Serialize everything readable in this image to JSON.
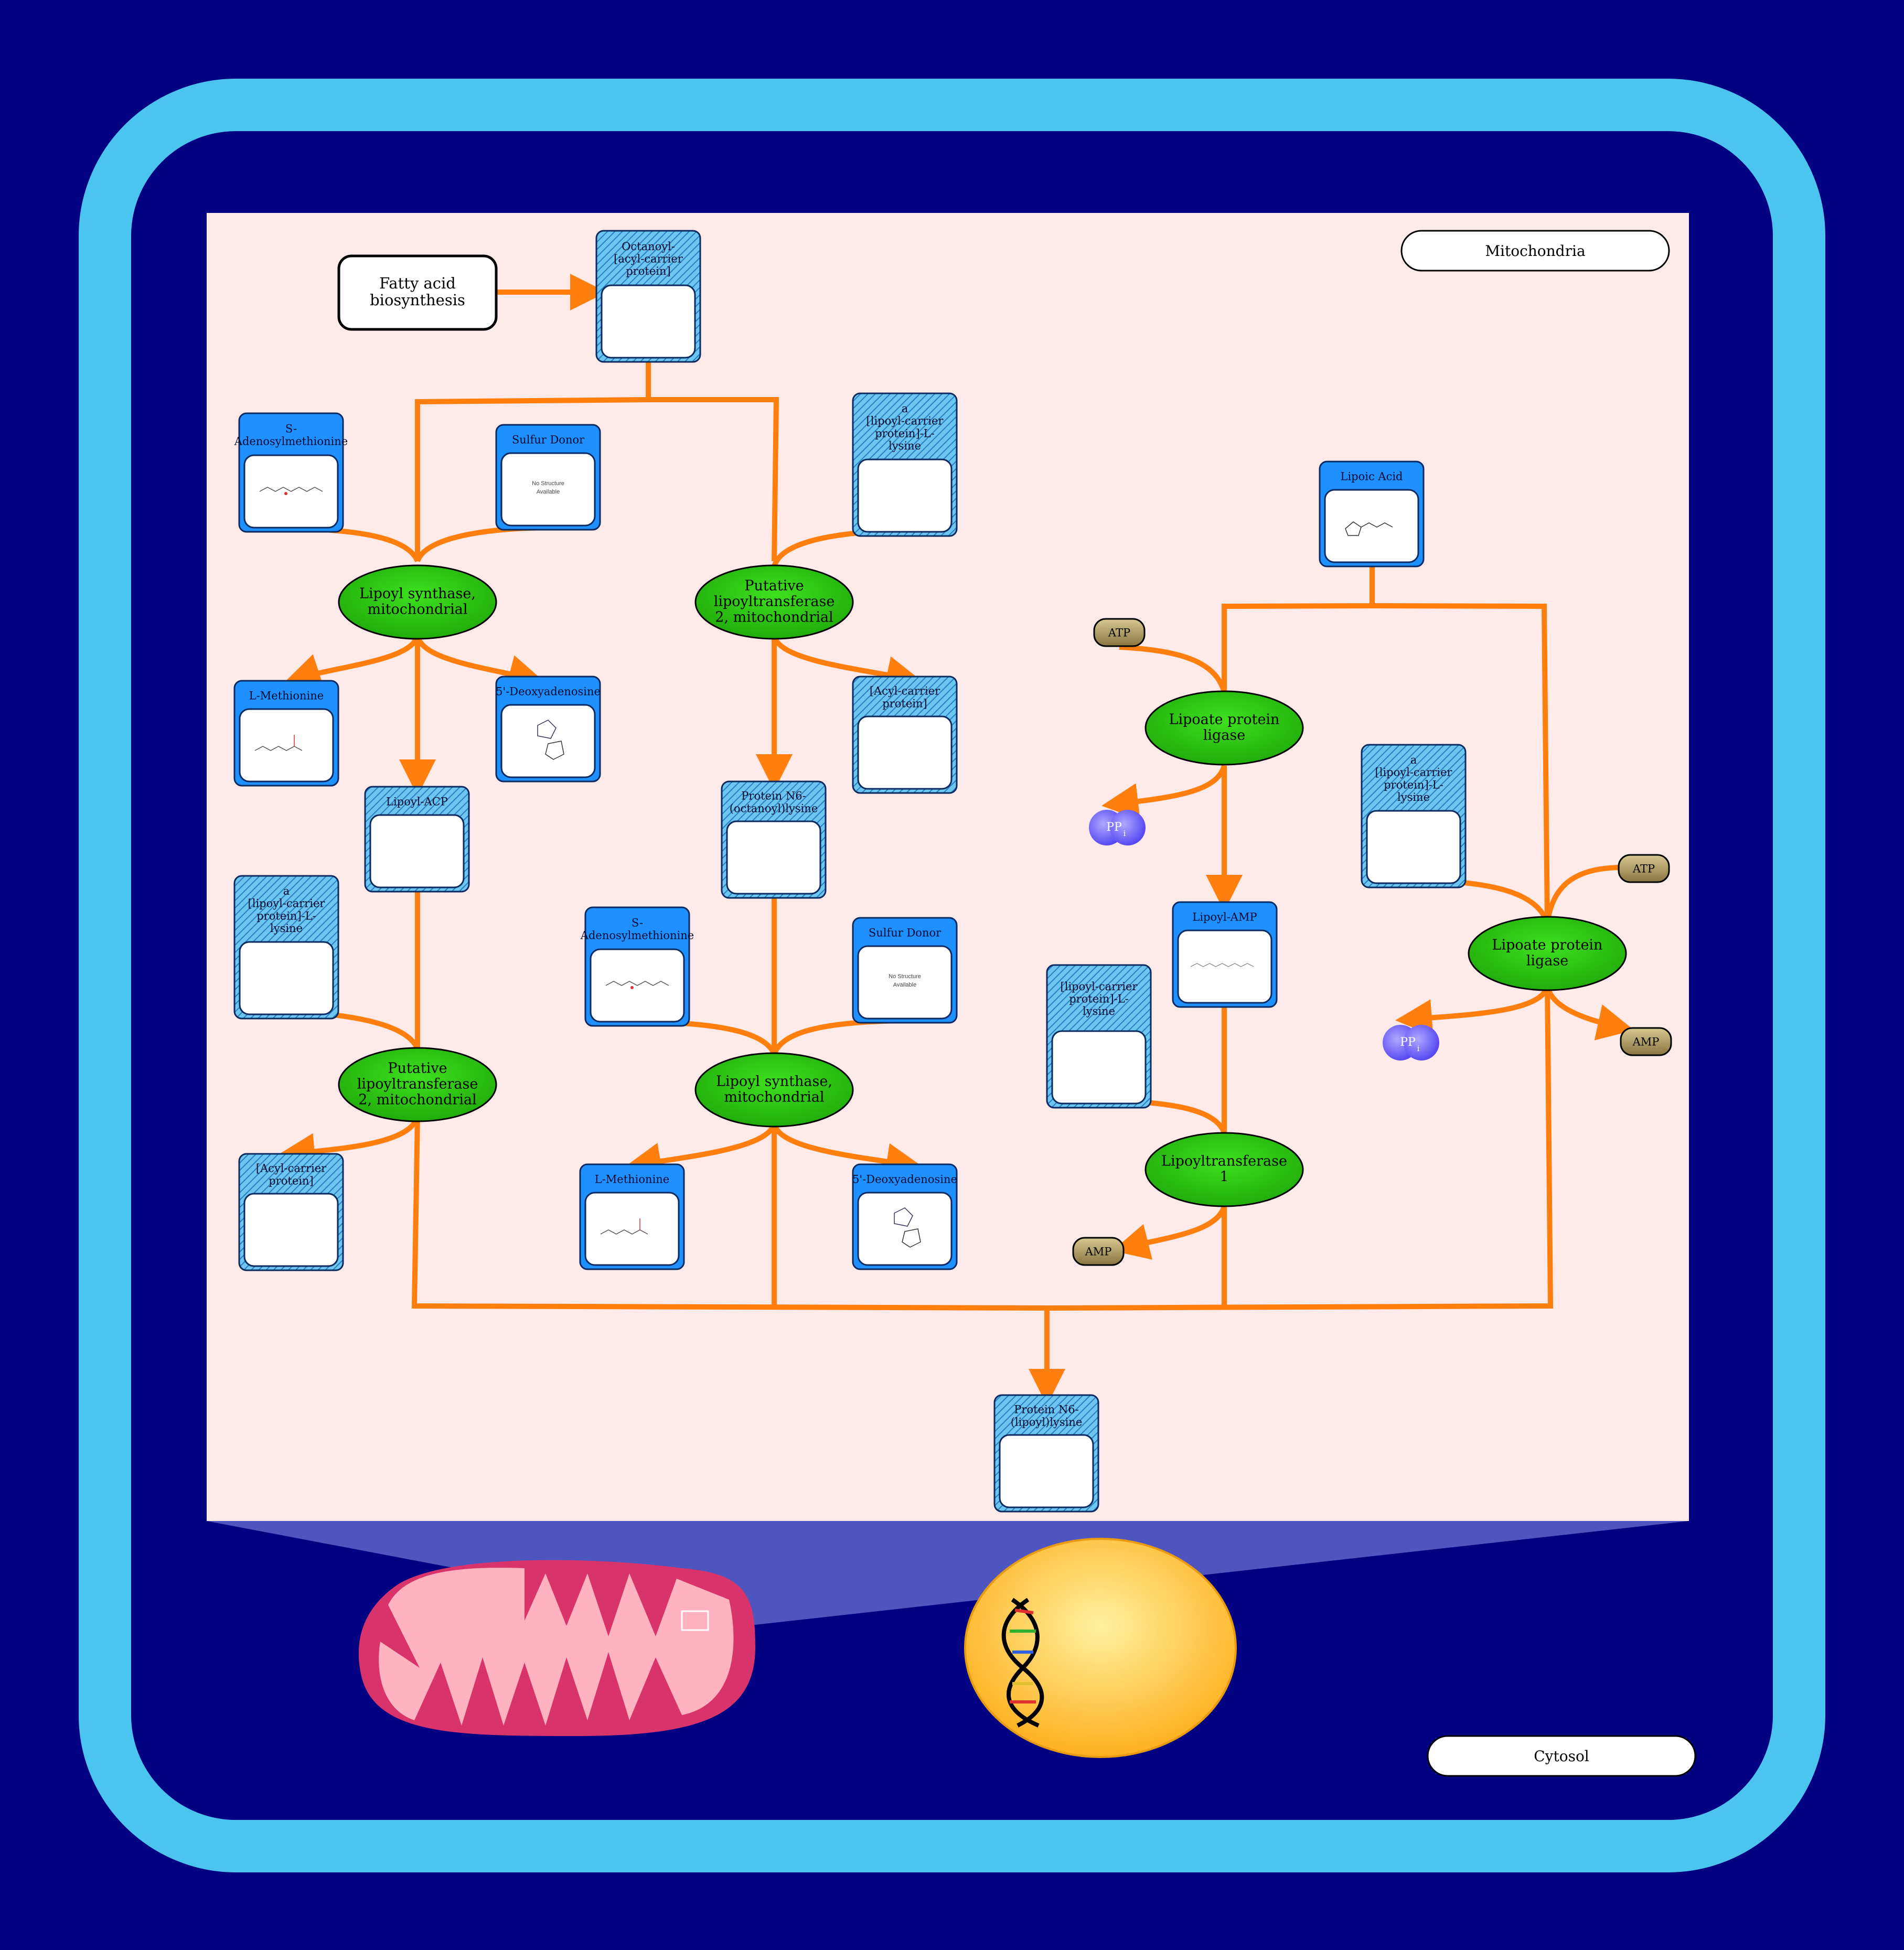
{
  "compartments": {
    "mitochondria": "Mitochondria",
    "cytosol": "Cytosol"
  },
  "pathway": {
    "fatty_acid": [
      "Fatty acid",
      "biosynthesis"
    ]
  },
  "metabolites": {
    "octanoyl_acp": [
      "Octanoyl-",
      "[acyl-carrier",
      "protein]"
    ],
    "sam_1": [
      "S-",
      "Adenosylmethionine"
    ],
    "sulfur_donor_1": [
      "Sulfur Donor"
    ],
    "lipoyl_carrier_1": [
      "a",
      "[lipoyl-carrier",
      "protein]-L-",
      "lysine"
    ],
    "lipoic_acid": [
      "Lipoic Acid"
    ],
    "l_methionine_1": [
      "L-Methionine"
    ],
    "deoxyadenosine_1": [
      "5'-Deoxyadenosine"
    ],
    "acyl_carrier_1": [
      "[Acyl-carrier",
      "protein]"
    ],
    "lipoyl_acp": [
      "Lipoyl-ACP"
    ],
    "protein_octanoyl": [
      "Protein N6-",
      "(octanoyl)lysine"
    ],
    "lipoyl_carrier_2": [
      "a",
      "[lipoyl-carrier",
      "protein]-L-",
      "lysine"
    ],
    "sam_2": [
      "S-",
      "Adenosylmethionine"
    ],
    "sulfur_donor_2": [
      "Sulfur Donor"
    ],
    "lipoyl_carrier_3": [
      "a",
      "[lipoyl-carrier",
      "protein]-L-",
      "lysine"
    ],
    "lipoyl_amp": [
      "Lipoyl-AMP"
    ],
    "lipoyl_carrier_4": [
      "[lipoyl-carrier",
      "protein]-L-",
      "lysine"
    ],
    "acyl_carrier_2": [
      "[Acyl-carrier",
      "protein]"
    ],
    "l_methionine_2": [
      "L-Methionine"
    ],
    "deoxyadenosine_2": [
      "5'-Deoxyadenosine"
    ],
    "protein_lipoyl": [
      "Protein N6-",
      "(lipoyl)lysine"
    ]
  },
  "enzymes": {
    "lipoyl_synthase_1": [
      "Lipoyl synthase,",
      "mitochondrial"
    ],
    "putative_lt_1": [
      "Putative",
      "lipoyltransferase",
      "2, mitochondrial"
    ],
    "lipoate_ligase_1": [
      "Lipoate protein",
      "ligase"
    ],
    "lipoate_ligase_2": [
      "Lipoate protein",
      "ligase"
    ],
    "putative_lt_2": [
      "Putative",
      "lipoyltransferase",
      "2, mitochondrial"
    ],
    "lipoyl_synthase_2": [
      "Lipoyl synthase,",
      "mitochondrial"
    ],
    "lipoyltransferase_1": [
      "Lipoyltransferase",
      "1"
    ]
  },
  "small_molecules": {
    "atp_1": "ATP",
    "atp_2": "ATP",
    "amp_1": "AMP",
    "amp_2": "AMP",
    "ppi_1": [
      "PP",
      "i"
    ],
    "ppi_2": [
      "PP",
      "i"
    ]
  },
  "structure_placeholder": [
    "No Structure",
    "Available"
  ],
  "colors": {
    "background": "#000080",
    "cell_wall": "#4BC5F0",
    "mito_panel": "#FFEAEA",
    "arrow": "#FF7F0E",
    "enzyme": "#2EC40E",
    "metabolite_box": "#1E90FF",
    "small_molecule": "#A08A50",
    "ppi": "#6A5CFF"
  }
}
